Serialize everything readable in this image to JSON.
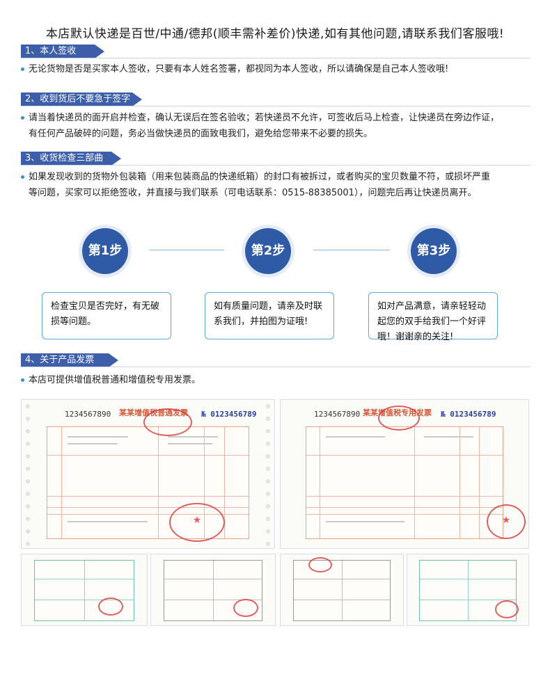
{
  "headline": "本店默认快递是百世/中通/德邦(顺丰需补差价)快递,如有其他问题,请联系我们客服哦!",
  "sections": [
    {
      "title": "1、本人签收",
      "lines": [
        "无论货物是否是买家本人签收，只要有本人姓名签署，都视同为本人签收，所以请确保是自己本人签收哦!"
      ]
    },
    {
      "title": "2、收到货后不要急于签字",
      "lines": [
        "请当着快递员的面开启并检查，确认无误后在签名验收；若快递员不允许，可签收后马上检查，让快递员在旁边作证，",
        "有任何产品破碎的问题，务必当做快递员的面致电我们，避免给您带来不必要的损失。"
      ]
    },
    {
      "title": "3、收货检查三部曲",
      "lines": [
        "如果发现收到的货物外包装箱（用来包装商品的快递纸箱）的封口有被拆过，或者购买的宝贝数量不符，或损坏严重",
        "等问题，买家可以拒绝签收，并直接与我们联系（可电话联系：0515-88385001），问题完后再让快递员离开。"
      ]
    },
    {
      "title": "4、关于产品发票",
      "lines": [
        "本店可提供增值税普通和增值税专用发票。"
      ]
    }
  ],
  "steps": [
    {
      "label": "第1步",
      "text": "检查宝贝是否完好，有无破损等问题。"
    },
    {
      "label": "第2步",
      "text": "如有质量问题，请亲及时联系我们，并拍图为证哦!"
    },
    {
      "label": "第3步",
      "text": "如对产品满意，请亲轻轻动起您的双手给我们一个好评哦！谢谢亲的关注!"
    }
  ],
  "invoices": {
    "left": {
      "code": "1234567890",
      "title": "某某增值税普通发票",
      "number": "№ 0123456789"
    },
    "right": {
      "code": "1234567890",
      "title": "某某增值税专用发票",
      "number": "№ 0123456789"
    }
  },
  "colors": {
    "accent": "#3d5ea8",
    "step": "#2f5ba6",
    "box_border": "#5ba7df",
    "stamp": "#d63a3a"
  }
}
